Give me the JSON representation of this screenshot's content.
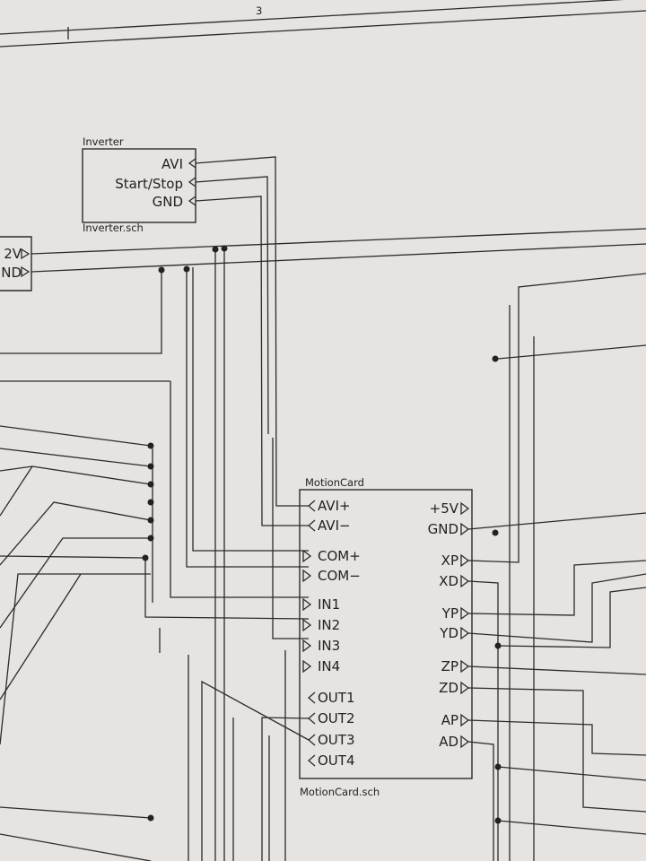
{
  "sheet": {
    "number": "3"
  },
  "inverter": {
    "title": "Inverter",
    "file": "Inverter.sch",
    "pins": [
      "AVI",
      "Start/Stop",
      "GND"
    ]
  },
  "power": {
    "pins": [
      "2V",
      "ND"
    ]
  },
  "motioncard": {
    "title": "MotionCard",
    "file": "MotionCard.sch",
    "left_pins": [
      "AVI+",
      "AVI−",
      "COM+",
      "COM−",
      "IN1",
      "IN2",
      "IN3",
      "IN4",
      "OUT1",
      "OUT2",
      "OUT3",
      "OUT4"
    ],
    "right_pins": [
      "+5V",
      "GND",
      "XP",
      "XD",
      "YP",
      "YD",
      "ZP",
      "ZD",
      "AP",
      "AD"
    ],
    "highlight_colors": {
      "XP": "#3c9a2c",
      "XD": "#b45ac0"
    }
  },
  "colors": {
    "paper": "#e6e3e0",
    "ink": "#2b2b2b"
  }
}
